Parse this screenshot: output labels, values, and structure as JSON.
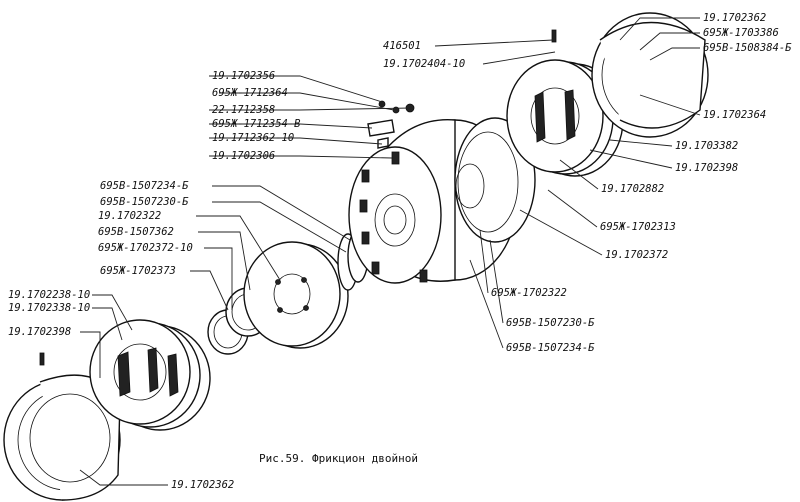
{
  "caption": "Рис.59. Фрикцион двойной",
  "callouts": [
    {
      "id": "c1",
      "text": "19.1702362"
    },
    {
      "id": "c2",
      "text": "695Ж-1703386"
    },
    {
      "id": "c3",
      "text": "695В-1508384-Б"
    },
    {
      "id": "c4",
      "text": "416501"
    },
    {
      "id": "c5",
      "text": "19.1702404-10"
    },
    {
      "id": "c6",
      "text": "19.1702364"
    },
    {
      "id": "c7",
      "text": "19.1702356"
    },
    {
      "id": "c8",
      "text": "695Ж-1712364"
    },
    {
      "id": "c9",
      "text": "22.1712358"
    },
    {
      "id": "c10",
      "text": "695Ж-1712354-В"
    },
    {
      "id": "c11",
      "text": "19.1712362-10"
    },
    {
      "id": "c12",
      "text": "19.1703382"
    },
    {
      "id": "c13",
      "text": "19.1702306"
    },
    {
      "id": "c14",
      "text": "19.1702398"
    },
    {
      "id": "c15",
      "text": "19.1702882"
    },
    {
      "id": "c16",
      "text": "695В-1507234-Б"
    },
    {
      "id": "c17",
      "text": "695В-1507230-Б"
    },
    {
      "id": "c18",
      "text": "19.1702322"
    },
    {
      "id": "c19",
      "text": "695Ж-1702313"
    },
    {
      "id": "c20",
      "text": "695В-1507362"
    },
    {
      "id": "c21",
      "text": "695Ж-1702372-10"
    },
    {
      "id": "c22",
      "text": "19.1702372"
    },
    {
      "id": "c23",
      "text": "695Ж-1702373"
    },
    {
      "id": "c24",
      "text": "695Ж-1702322"
    },
    {
      "id": "c25",
      "text": "19.1702238-10"
    },
    {
      "id": "c26",
      "text": "19.1702338-10"
    },
    {
      "id": "c27",
      "text": "695В-1507230-Б"
    },
    {
      "id": "c28",
      "text": "19.1702398"
    },
    {
      "id": "c29",
      "text": "695В-1507234-Б"
    },
    {
      "id": "c30",
      "text": "19.1702362"
    }
  ]
}
